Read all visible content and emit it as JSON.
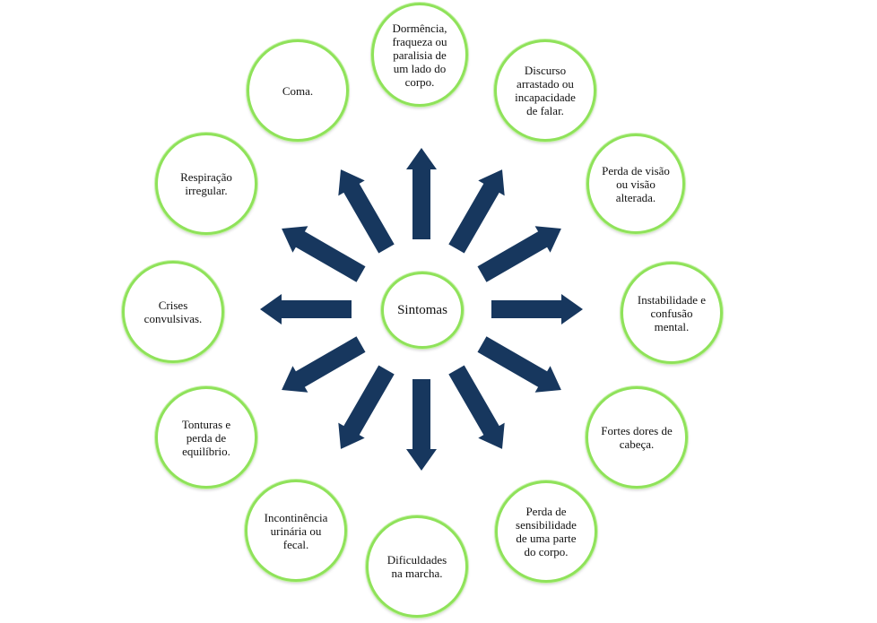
{
  "diagram": {
    "center": {
      "label": "Sintomas"
    },
    "nodes": [
      {
        "id": "dormencia",
        "label": "Dormência, fraqueza ou paralisia de um lado do corpo."
      },
      {
        "id": "discurso",
        "label": "Discurso arrastado ou incapacidade de falar."
      },
      {
        "id": "visao",
        "label": "Perda de visão ou visão alterada."
      },
      {
        "id": "instabilidade",
        "label": "Instabilidade e confusão mental."
      },
      {
        "id": "dores",
        "label": "Fortes dores de cabeça."
      },
      {
        "id": "sensibilidade",
        "label": "Perda de sensibilidade de uma parte do corpo."
      },
      {
        "id": "marcha",
        "label": "Dificuldades na marcha."
      },
      {
        "id": "incontinencia",
        "label": "Incontinência urinária ou fecal."
      },
      {
        "id": "tonturas",
        "label": "Tonturas e perda de equilíbrio."
      },
      {
        "id": "crises",
        "label": "Crises convulsivas."
      },
      {
        "id": "respiracao",
        "label": "Respiração irregular."
      },
      {
        "id": "coma",
        "label": "Coma."
      }
    ],
    "colors": {
      "ring": "#8fe25a",
      "arrow": "#17375e"
    }
  }
}
